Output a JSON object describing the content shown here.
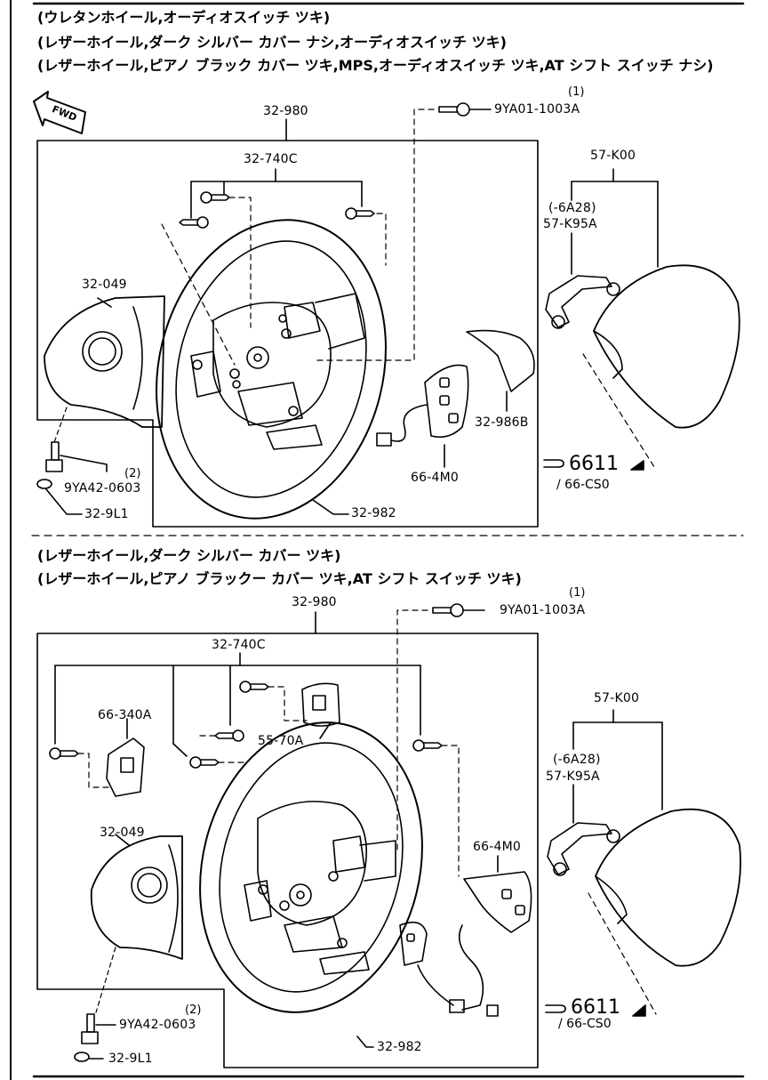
{
  "upper": {
    "conditions": [
      "(ウレタンホイール,オーディオスイッチ ツキ)",
      "(レザーホイール,ダーク シルバー カバー ナシ,オーディオスイッチ ツキ)",
      "(レザーホイール,ピアノ ブラック カバー ツキ,MPS,オーディオスイッチ ツキ,AT シフト スイッチ ナシ)"
    ],
    "fwd": "FWD",
    "labels": {
      "p32_980": "32-980",
      "p9ya01": "9YA01-1003A",
      "q1": "(1)",
      "p32_740c": "32-740C",
      "p57_k00": "57-K00",
      "p6a28": "(-6A28)",
      "p57_k95a": "57-K95A",
      "p32_049": "32-049",
      "p32_986b": "32-986B",
      "p6611": "6611",
      "p66_cs0": "/ 66-CS0",
      "p66_4m0": "66-4M0",
      "q2": "(2)",
      "p9ya42": "9YA42-0603",
      "p32_9l1": "32-9L1",
      "p32_982": "32-982"
    }
  },
  "lower": {
    "conditions": [
      "(レザーホイール,ダーク シルバー カバー ツキ)",
      "(レザーホイール,ピアノ ブラックー カバー ツキ,AT シフト スイッチ ツキ)"
    ],
    "labels": {
      "p32_980": "32-980",
      "q1": "(1)",
      "p9ya01": "9YA01-1003A",
      "p32_740c": "32-740C",
      "p66_340a": "66-340A",
      "p55_70a": "55-70A",
      "p57_k00": "57-K00",
      "p6a28": "(-6A28)",
      "p57_k95a": "57-K95A",
      "p32_049": "32-049",
      "p66_4m0": "66-4M0",
      "p6611": "6611",
      "p66_cs0": "/ 66-CS0",
      "q2": "(2)",
      "p9ya42": "9YA42-0603",
      "p32_9l1": "32-9L1",
      "p32_982": "32-982"
    }
  }
}
